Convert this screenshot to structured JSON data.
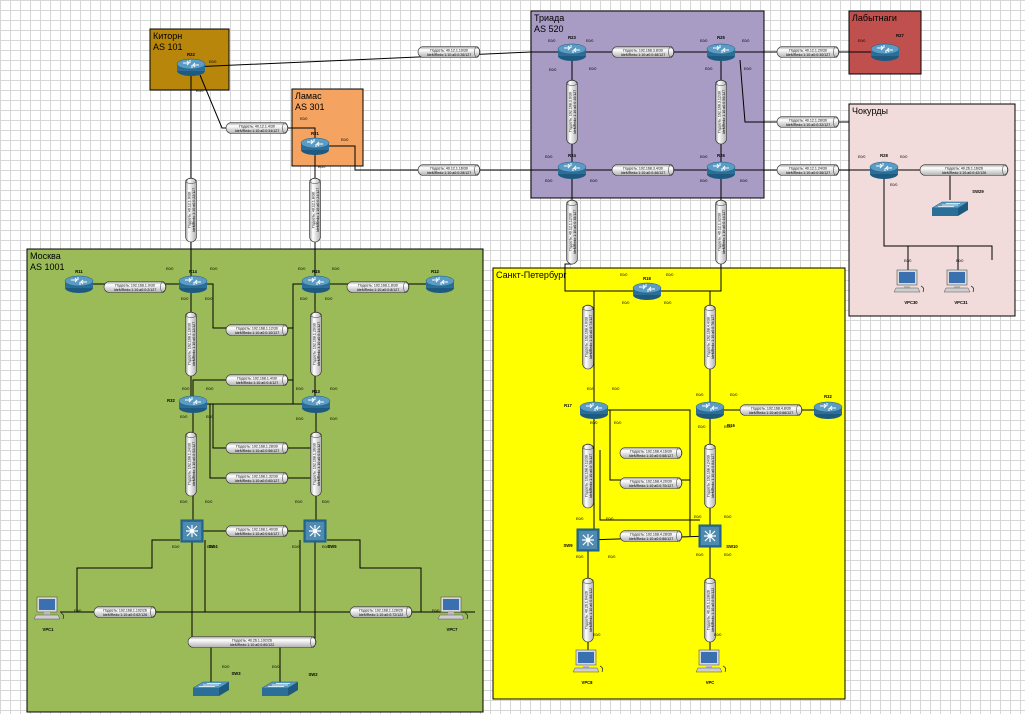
{
  "zones": [
    {
      "id": "kitorn",
      "title": "Киторн",
      "as": "AS 101",
      "fill": "#b8860b"
    },
    {
      "id": "lamas",
      "title": "Ламас",
      "as": "AS 301",
      "fill": "#f4a460"
    },
    {
      "id": "triada",
      "title": "Триада",
      "as": "AS 520",
      "fill": "#a89bc4"
    },
    {
      "id": "labytnangi",
      "title": "Лабытнаги",
      "as": "",
      "fill": "#c0504d"
    },
    {
      "id": "chokurdy",
      "title": "Чокурды",
      "as": "",
      "fill": "#f2dcdb"
    },
    {
      "id": "moscow",
      "title": "Москва",
      "as": "AS 1001",
      "fill": "#9bbb59"
    },
    {
      "id": "spb",
      "title": "Санкт-Петербург",
      "as": "",
      "fill": "#ffff00"
    }
  ],
  "routers": [
    {
      "id": "r22",
      "label": "R22"
    },
    {
      "id": "r21",
      "label": "R21"
    },
    {
      "id": "r23",
      "label": "R23"
    },
    {
      "id": "r25",
      "label": "R25"
    },
    {
      "id": "r24",
      "label": "R24"
    },
    {
      "id": "r26",
      "label": "R26"
    },
    {
      "id": "r27",
      "label": "R27"
    },
    {
      "id": "r28",
      "label": "R28"
    },
    {
      "id": "r11",
      "label": "R11"
    },
    {
      "id": "r14",
      "label": "R14"
    },
    {
      "id": "r15",
      "label": "R15"
    },
    {
      "id": "r12",
      "label": "R12"
    },
    {
      "id": "r13",
      "label": "R13"
    },
    {
      "id": "r18",
      "label": "R18"
    },
    {
      "id": "r17",
      "label": "R17"
    },
    {
      "id": "r16",
      "label": "R16"
    },
    {
      "id": "r32",
      "label": "R32"
    },
    {
      "id": "r30",
      "label": "R32"
    }
  ],
  "switches": [
    {
      "id": "sw4",
      "label": "SW4"
    },
    {
      "id": "sw5",
      "label": "SW5"
    },
    {
      "id": "sw9",
      "label": "SW9"
    },
    {
      "id": "sw10",
      "label": "SW10"
    },
    {
      "id": "sw2",
      "label": "SW2"
    },
    {
      "id": "sw3",
      "label": "SW3"
    },
    {
      "id": "sw29",
      "label": "SW29"
    }
  ],
  "pcs": [
    {
      "id": "vpc1",
      "label": "VPC1"
    },
    {
      "id": "vpc7",
      "label": "VPC7"
    },
    {
      "id": "vpc8",
      "label": "VPC8"
    },
    {
      "id": "vpc",
      "label": "VPC"
    },
    {
      "id": "vpc30",
      "label": "VPC30"
    },
    {
      "id": "vpc31",
      "label": "VPC31"
    }
  ],
  "links": [
    {
      "id": "l1",
      "l1": "Подсеть: 40.12.1.10/30",
      "l2": "IdeMRedo:1:10:a0:0:26/127"
    },
    {
      "id": "l2",
      "l1": "Подсеть: 40.12.1.4/30",
      "l2": "IdeMRedo:1:10:a0:0:34/127"
    },
    {
      "id": "l3",
      "l1": "Подсеть: 40.12.1.16/30",
      "l2": "IdeMRedo:1:10:a0:0:28/127"
    },
    {
      "id": "l4",
      "l1": "Подсеть: 192.168.3.8/30",
      "l2": "IdeMRedo:1:10:a0:0:48/127"
    },
    {
      "id": "l5",
      "l1": "Подсеть: 40.12.1.20/30",
      "l2": "IdeMRedo:1:10:a0:0:30/127"
    },
    {
      "id": "l6",
      "l1": "Подсеть: 40.12.1.28/30",
      "l2": "IdeMRedo:1:10:a0:0:32/127"
    },
    {
      "id": "l7",
      "l1": "Подсеть: 192.168.3.4/30",
      "l2": "IdeMRedo:1:10:a0:0:46/127"
    },
    {
      "id": "l8",
      "l1": "Подсеть: 40.12.1.24/30",
      "l2": "IdeMRedo:1:10:a0:0:36/127"
    },
    {
      "id": "l9",
      "l1": "Подсеть: 40.26.1.16/26",
      "l2": "IdeMRedo:1:10:a0:0:42/126"
    },
    {
      "id": "l10",
      "l1": "Подсеть: 192.168.1.0/30",
      "l2": "IdeMRedo:1:10:a0:0:2/127"
    },
    {
      "id": "l11",
      "l1": "Подсеть: 192.168.1.8/30",
      "l2": "IdeMRedo:1:10:a0:0:8/127"
    },
    {
      "id": "l12",
      "l1": "Подсеть: 192.168.1.12/30",
      "l2": "IdeMRedo:1:10:a0:0:10/127"
    },
    {
      "id": "l13",
      "l1": "Подсеть: 192.168.1.4/30",
      "l2": "IdeMRedo:1:10:a0:0:4/127"
    },
    {
      "id": "l14",
      "l1": "Подсеть: 192.168.1.28/30",
      "l2": "IdeMRedo:1:10:a0:0:56/127"
    },
    {
      "id": "l15",
      "l1": "Подсеть: 192.168.1.32/30",
      "l2": "IdeMRedo:1:10:a0:0:60/127"
    },
    {
      "id": "l16",
      "l1": "Подсеть: 192.168.1.40/30",
      "l2": "IdeMRedo:1:10:a0:0:64/127"
    },
    {
      "id": "l17",
      "l1": "Подсеть: 192.168.1.192/26",
      "l2": "IdeMRedo:1:10:a0:0:62/126"
    },
    {
      "id": "l18",
      "l1": "Подсеть: 192.168.1.128/26",
      "l2": "IdeMRedo:1:10:a0:0:72/122"
    },
    {
      "id": "l19",
      "l1": "Подсеть: 40.26.1.192/26",
      "l2": "IdeMRedo:1:10:a0:0:80/122"
    },
    {
      "id": "l20",
      "l1": "Подсеть: 192.168.4.8/30",
      "l2": "IdeMRedo:1:10:a0:0:66/127"
    },
    {
      "id": "l21",
      "l1": "Подсеть: 192.168.4.16/30",
      "l2": "IdeMRedo:1:10:a0:0:68/127"
    },
    {
      "id": "l22",
      "l1": "Подсеть: 192.168.4.20/30",
      "l2": "IdeMRedo:1:10:a0:0:70/127"
    },
    {
      "id": "l23",
      "l1": "Подсеть: 192.168.4.28/30",
      "l2": "IdeMRedo:1:10:a0:0:86/127"
    }
  ],
  "vlinks": [
    {
      "id": "v1",
      "l1": "Подсеть: 40.12.1.0/30",
      "l2": "IdeMRedo:1:10:a0:0:22/127"
    },
    {
      "id": "v2",
      "l1": "Подсеть: 40.12.1.8/30",
      "l2": "IdeMRedo:1:10:a0:0:24/127"
    },
    {
      "id": "v3",
      "l1": "Подсеть: 192.168.3.0/30",
      "l2": "IdeMRedo:1:10:a0:0:40/127"
    },
    {
      "id": "v4",
      "l1": "Подсеть: 192.168.3.12/30",
      "l2": "IdeMRedo:1:10:a0:0:50/127"
    },
    {
      "id": "v5",
      "l1": "Подсеть: 40.12.1.12/30",
      "l2": "IdeMRedo:1:10:a0:0:38/127"
    },
    {
      "id": "v6",
      "l1": "Подсеть: 40.12.1.32/30",
      "l2": "IdeMRedo:1:10:a0:0:44/127"
    },
    {
      "id": "v7",
      "l1": "Подсеть: 192.168.1.16/30",
      "l2": "IdeMRedo:1:10:a0:0:12/127"
    },
    {
      "id": "v8",
      "l1": "Подсеть: 192.168.1.20/30",
      "l2": "IdeMRedo:1:10:a0:0:14/127"
    },
    {
      "id": "v9",
      "l1": "Подсеть: 192.168.1.24/30",
      "l2": "IdeMRedo:1:10:a0:0:52/127"
    },
    {
      "id": "v10",
      "l1": "Подсеть: 192.168.1.36/30",
      "l2": "IdeMRedo:1:10:a0:0:54/127"
    },
    {
      "id": "v11",
      "l1": "Подсеть: 192.168.4.0/30",
      "l2": "IdeMRedo:1:10:a0:0:74/127"
    },
    {
      "id": "v12",
      "l1": "Подсеть: 192.168.4.4/30",
      "l2": "IdeMRedo:1:10:a0:0:76/127"
    },
    {
      "id": "v13",
      "l1": "Подсеть: 192.168.4.12/30",
      "l2": "IdeMRedo:1:10:a0:0:78/127"
    },
    {
      "id": "v14",
      "l1": "Подсеть: 192.168.4.24/30",
      "l2": "IdeMRedo:1:10:a0:0:84/127"
    },
    {
      "id": "v15",
      "l1": "Подсеть: 40.26.1.64/26",
      "l2": "IdeMRedo:1:10:a0:0:88/122"
    },
    {
      "id": "v16",
      "l1": "Подсеть: 40.26.1.128/26",
      "l2": "IdeMRedo:1:10:a0:0:90/122"
    }
  ],
  "port_label": "E0/0"
}
